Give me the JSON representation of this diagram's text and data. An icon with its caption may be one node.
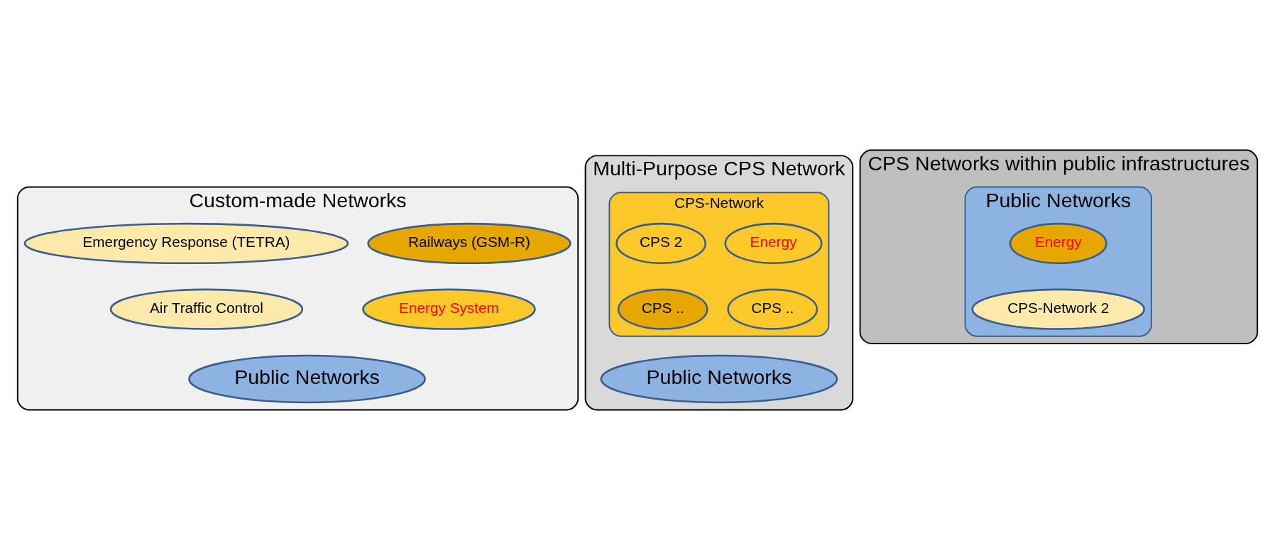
{
  "diagram": {
    "nodes": [
      {
        "text": [
          "Custom-made Networks"
        ]
      },
      {
        "text": [
          "Railways (GSM-R)"
        ],
        "in": 0
      },
      {
        "text": [
          "Emergency Response (TETRA)"
        ],
        "in": 0
      },
      {
        "text": [
          "Energy System"
        ],
        "in": 0
      },
      {
        "text": [
          "Air Traffic Control"
        ],
        "in": 0
      },
      {
        "text": [
          "Public Networks"
        ],
        "in": 0
      },
      {
        "text": [
          "Multi-Purpose CPS Network"
        ]
      },
      {
        "text": [
          "CPS-Network"
        ],
        "in": 6
      },
      {
        "text": [
          "Energy"
        ],
        "in": 7
      },
      {
        "text": [
          "CPS 2"
        ],
        "in": 7
      },
      {
        "text": [
          "CPS .."
        ],
        "in": 7
      },
      {
        "text": [
          "CPS .."
        ],
        "in": 7
      },
      {
        "text": [
          "Public Networks"
        ],
        "in": 6
      },
      {
        "text": [
          "CPS Networks within public infrastructures"
        ]
      },
      {
        "text": [
          "Public Networks"
        ],
        "in": 13
      },
      {
        "text": [
          "Energy"
        ],
        "in": 14
      },
      {
        "text": [
          "CPS-Network 2"
        ],
        "in": 14
      }
    ],
    "edges": []
  }
}
